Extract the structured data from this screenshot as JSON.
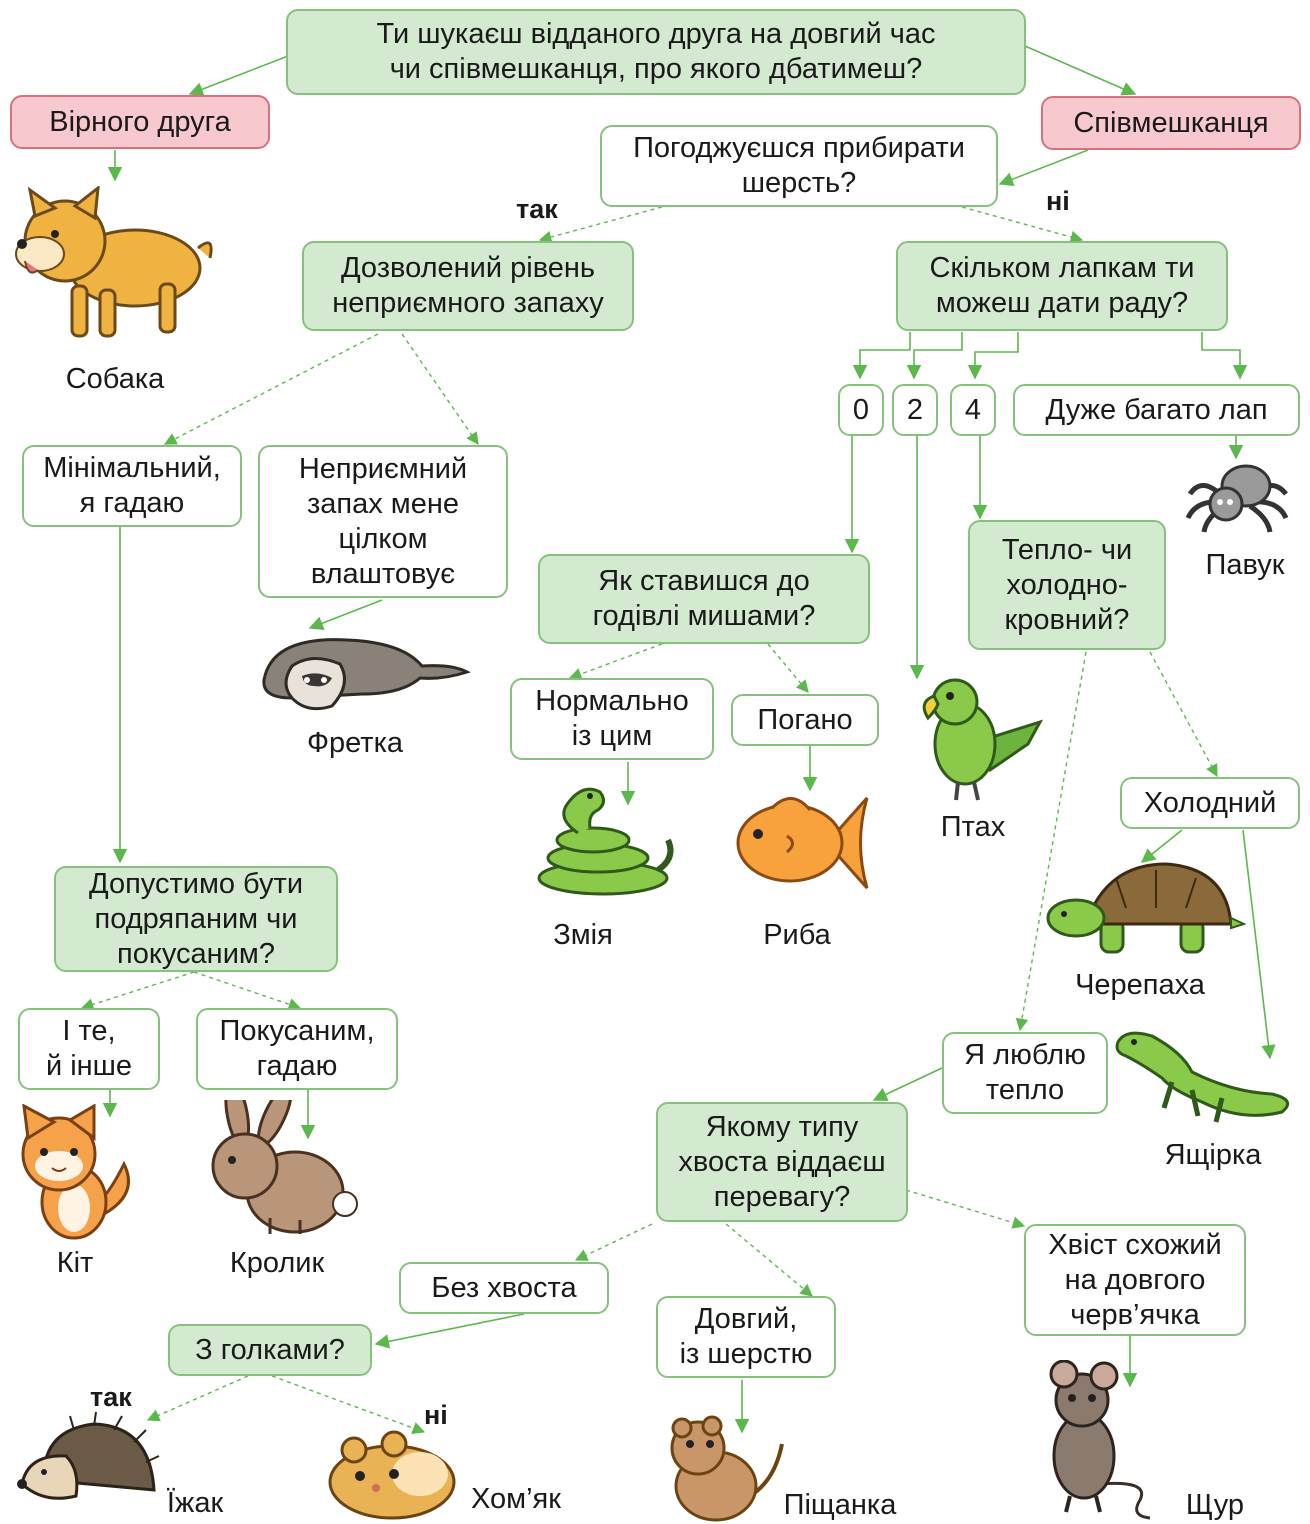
{
  "colors": {
    "question_fill": "#d3ead0",
    "answer_fill": "#ffffff",
    "branch_fill": "#f7c9cf",
    "border_green": "#86c27d",
    "arrow_green": "#5cb84c"
  },
  "nodes": {
    "root": "Ти шукаєш відданого друга на довгий час\nчи співмешканця, про якого дбатимеш?",
    "friend": "Вірного друга",
    "roommate": "Співмешканця",
    "fur": "Погоджуєшся прибирати\nшерсть?",
    "smell": "Дозволений рівень\nнеприємного запаху",
    "legs": "Скільком лапкам ти\nможеш дати раду?",
    "minimal": "Мінімальний,\nя гадаю",
    "smell_ok": "Неприємний\nзапах мене\nцілком\nвлаштовує",
    "legs_0": "0",
    "legs_2": "2",
    "legs_4": "4",
    "legs_many": "Дуже багато лап",
    "mice": "Як ставишся до\nгодівлі мишами?",
    "mice_ok": "Нормально\nіз цим",
    "mice_bad": "Погано",
    "blood": "Тепло- чи\nхолодно-\nкровний?",
    "cold": "Холодний",
    "warm": "Я люблю\nтепло",
    "scratch": "Допустимо бути\nподряпаним чи\nпокусаним?",
    "both": "І те,\nй інше",
    "bitten": "Покусаним,\nгадаю",
    "tail": "Якому типу\nхвоста віддаєш\nперевагу?",
    "no_tail": "Без хвоста",
    "long_fur_tail": "Довгий,\nіз шерстю",
    "worm_tail": "Хвіст схожий\nна довгого\nчерв’ячка",
    "spikes": "З голками?"
  },
  "yes_no": {
    "yes": "так",
    "no": "ні"
  },
  "animals": {
    "dog": "Собака",
    "ferret": "Фретка",
    "snake": "Змія",
    "fish": "Риба",
    "bird": "Птах",
    "spider": "Павук",
    "turtle": "Черепаха",
    "lizard": "Ящірка",
    "cat": "Кіт",
    "rabbit": "Кролик",
    "hedgehog": "Їжак",
    "hamster": "Хом’як",
    "gerbil": "Піщанка",
    "rat": "Щур"
  }
}
